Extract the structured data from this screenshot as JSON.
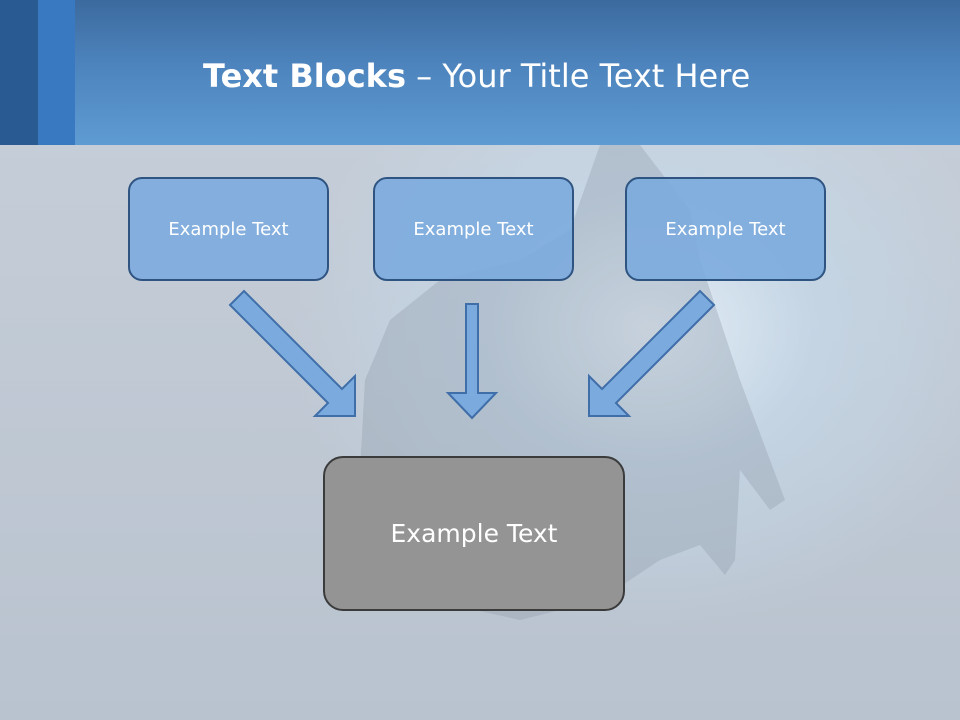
{
  "slide": {
    "title_bold": "Text Blocks",
    "title_dash": " – ",
    "title_rest": "Your Title Text Here"
  },
  "blocks": [
    {
      "label": "Example Text"
    },
    {
      "label": "Example Text"
    },
    {
      "label": "Example Text"
    }
  ],
  "result_block": {
    "label": "Example Text"
  },
  "colors": {
    "header": "#4d84bd",
    "block_fill": "#7aaade",
    "block_border": "#2f5482",
    "result_fill": "#949494",
    "result_border": "#3b3b3b"
  }
}
